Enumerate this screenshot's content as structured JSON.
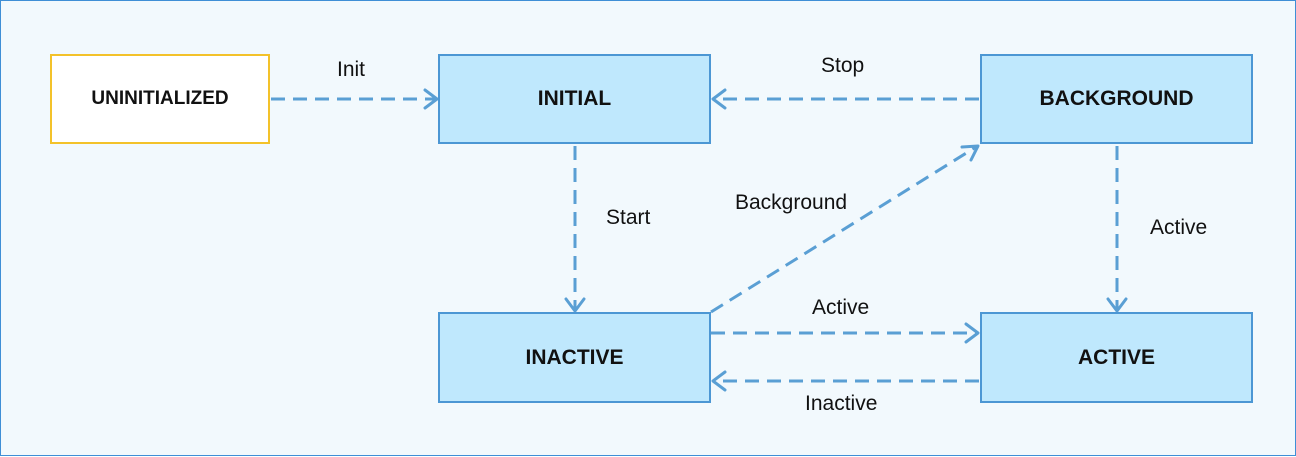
{
  "states": {
    "uninitialized": "UNINITIALIZED",
    "initial": "INITIAL",
    "background": "BACKGROUND",
    "inactive": "INACTIVE",
    "active": "ACTIVE"
  },
  "transitions": {
    "init": "Init",
    "stop": "Stop",
    "start": "Start",
    "background": "Background",
    "active_from_background": "Active",
    "active_from_inactive": "Active",
    "inactive_from_active": "Inactive"
  },
  "colors": {
    "frame_border": "#3f8fd6",
    "frame_fill": "#f2f9fd",
    "state_fill": "#bfe8fd",
    "state_border": "#4c97d4",
    "initial_state_border": "#f3c22a",
    "arrow": "#5a9fd4"
  }
}
